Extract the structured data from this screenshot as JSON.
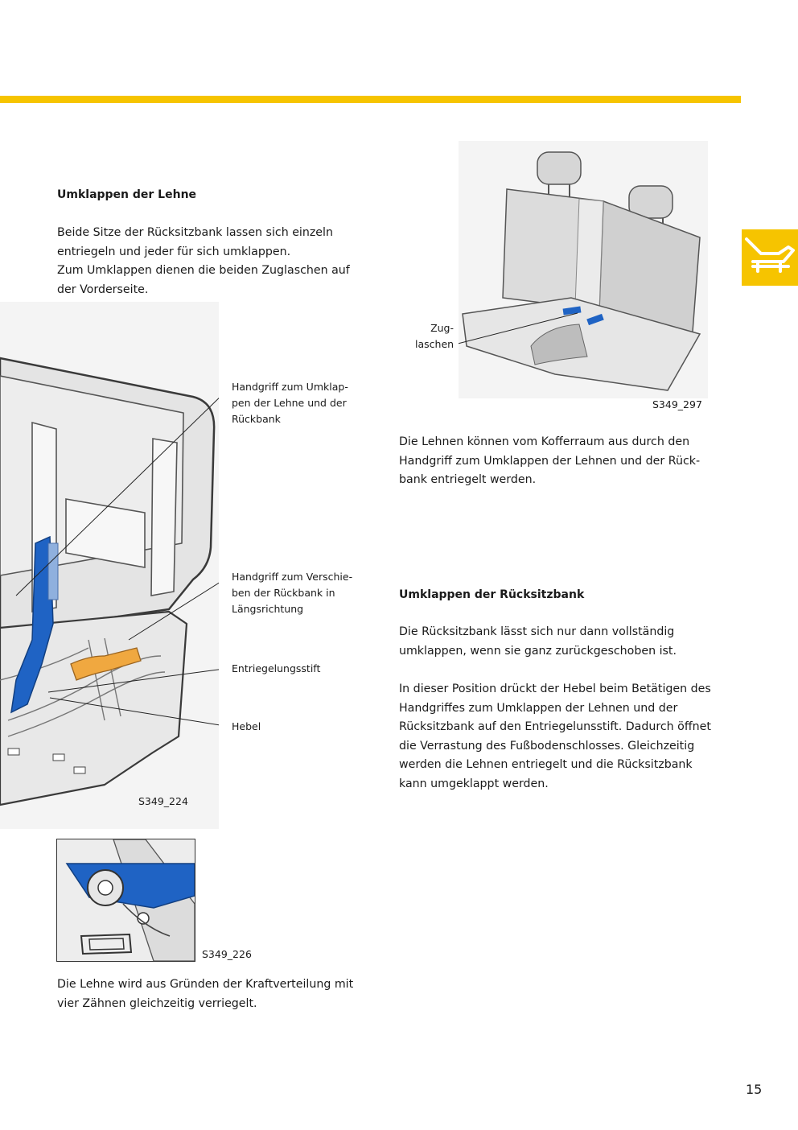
{
  "colors": {
    "accent_yellow": "#f6c400",
    "diagram_blue": "#1f63c4",
    "diagram_orange": "#f0a840",
    "seat_gray": "#dcdcdc"
  },
  "section_icon": "folded-seat-icon",
  "left": {
    "heading": "Umklappen der Lehne",
    "intro_lines": [
      "Beide Sitze der Rücksitzbank lassen sich einzeln",
      "entriegeln und jeder für sich umklappen.",
      "Zum Umklappen dienen die beiden Zuglaschen auf",
      "der Vorderseite."
    ],
    "figure_main": {
      "code": "S349_224",
      "labels": {
        "handle_fold": [
          "Handgriff zum Umklap-",
          "pen der Lehne und der",
          "Rückbank"
        ],
        "handle_slide": [
          "Handgriff zum Verschie-",
          "ben der Rückbank in",
          "Längsrichtung"
        ],
        "pin": [
          "Entriegelungsstift"
        ],
        "lever": [
          "Hebel"
        ]
      }
    },
    "figure_detail": {
      "code": "S349_226"
    },
    "outro_lines": [
      "Die Lehne wird aus Gründen der Kraftverteilung mit",
      "vier Zähnen gleichzeitig verriegelt."
    ]
  },
  "right": {
    "figure_seat": {
      "code": "S349_297",
      "label_lines": [
        "Zug-",
        "laschen"
      ]
    },
    "para1_lines": [
      "Die Lehnen können vom Kofferraum aus durch den",
      "Handgriff zum Umklappen der Lehnen und der Rück-",
      "bank entriegelt werden."
    ],
    "heading": "Umklappen der Rücksitzbank",
    "para2_lines": [
      "Die Rücksitzbank lässt sich nur dann vollständig",
      "umklappen, wenn sie ganz zurückgeschoben ist."
    ],
    "para3_lines": [
      "In dieser Position drückt der Hebel beim Betätigen des",
      "Handgriffes zum Umklappen der Lehnen und der",
      "Rücksitzbank auf den Entriegelunsstift. Dadurch öffnet",
      "die Verrastung des Fußbodenschlosses. Gleichzeitig",
      "werden die Lehnen entriegelt und die Rücksitzbank",
      "kann umgeklappt werden."
    ]
  },
  "page_number": "15"
}
